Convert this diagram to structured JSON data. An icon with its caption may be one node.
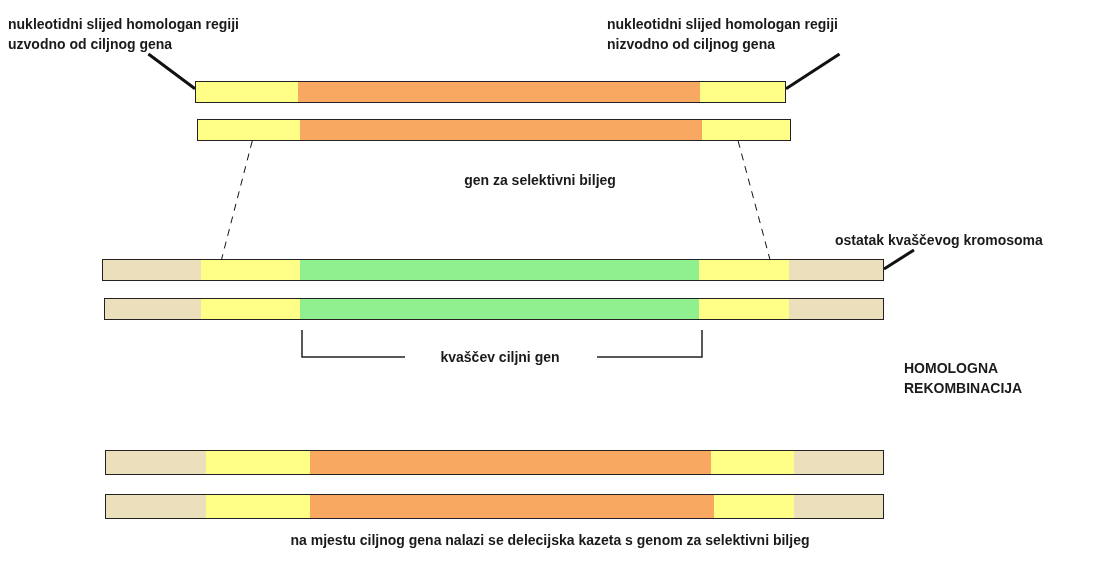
{
  "diagram": {
    "nodes": [
      {
        "text": [
          "nukleotidni slijed homologan regiji uzvodno od ciljnog gena"
        ]
      },
      {
        "text": [
          "nukleotidni slijed homologan regiji nizvodno od ciljnog gena"
        ]
      },
      {
        "text": [],
        "shape": "bar"
      },
      {
        "text": [],
        "shape": "bar"
      },
      {
        "text": [
          "ostatak kvaščevog kromosoma"
        ]
      },
      {
        "text": [],
        "shape": "bar"
      },
      {
        "text": [],
        "shape": "bar"
      },
      {
        "text": [],
        "shape": "bar"
      },
      {
        "text": [],
        "shape": "bar"
      }
    ],
    "edges": [
      {
        "from": 0,
        "to": 2,
        "arrow": "none"
      },
      {
        "from": 1,
        "to": 2,
        "arrow": "none"
      },
      {
        "from": 3,
        "to": 5,
        "arrow": "none",
        "style": "dashed"
      },
      {
        "from": 3,
        "to": 5,
        "arrow": "none",
        "style": "dashed"
      },
      {
        "from": 4,
        "to": 5,
        "arrow": "none"
      }
    ],
    "labels": [
      "gen za selektivni biljeg",
      "kvaščev ciljni gen",
      "HOMOLOGNA REKOMBINACIJA",
      "na mjestu ciljnog gena nalazi se delecijska kazeta s genom za selektivni biljeg"
    ]
  }
}
